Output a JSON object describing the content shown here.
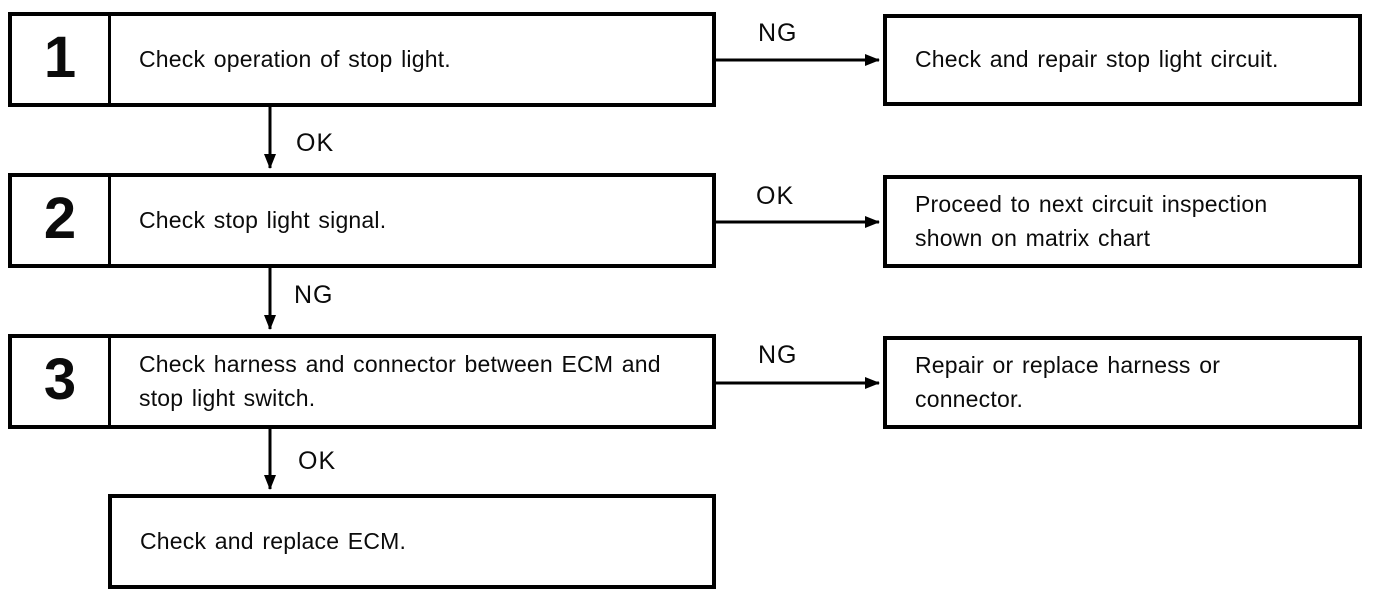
{
  "page": {
    "background_color": "#ffffff",
    "line_color": "#000000"
  },
  "flowchart": {
    "type": "troubleshooting-flowchart",
    "steps": [
      {
        "number": "1",
        "text": "Check operation of stop light.",
        "branch_label": "NG",
        "branch_result": "Check and repair stop light circuit.",
        "down_label": "OK"
      },
      {
        "number": "2",
        "text": "Check stop light signal.",
        "branch_label": "OK",
        "branch_result": "Proceed to next circuit inspection shown on matrix chart",
        "down_label": "NG"
      },
      {
        "number": "3",
        "text": "Check harness and connector between ECM and stop light switch.",
        "branch_label": "NG",
        "branch_result": "Repair or replace harness or connector.",
        "down_label": "OK"
      }
    ],
    "final_step": {
      "text": "Check and replace ECM."
    }
  }
}
